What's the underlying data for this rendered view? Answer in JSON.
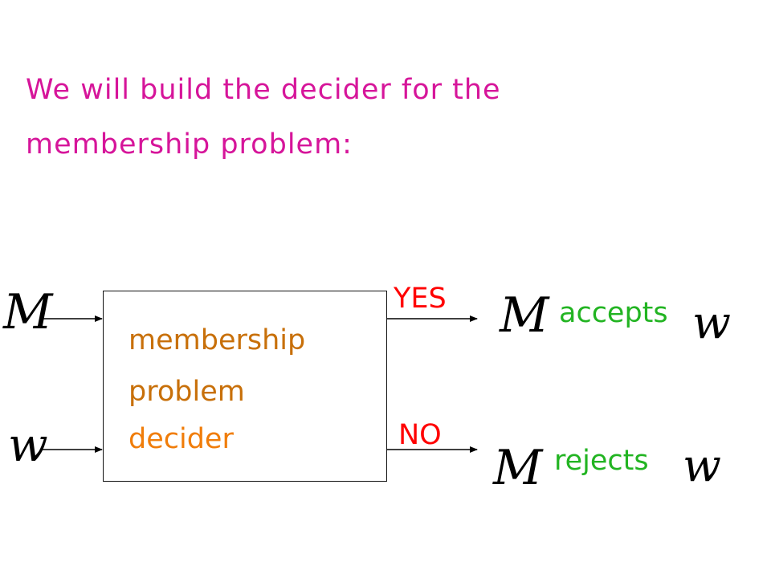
{
  "heading": {
    "line1": "We will build the decider for the",
    "line2": "membership problem:"
  },
  "inputs": {
    "machine": "M",
    "string": "w"
  },
  "box": {
    "line1": "membership",
    "line2": "problem",
    "line3": "decider"
  },
  "outputs": {
    "yes_label": "YES",
    "no_label": "NO",
    "accept": {
      "machine": "M",
      "verb": "accepts",
      "string": "w"
    },
    "reject": {
      "machine": "M",
      "verb": "rejects",
      "string": "w"
    }
  },
  "colors": {
    "heading": "#d6159a",
    "box_text": "#c8700a",
    "decider_text": "#f07d0a",
    "output_label": "#ff0000",
    "result_verb": "#22b422",
    "arrow": "#000000"
  }
}
